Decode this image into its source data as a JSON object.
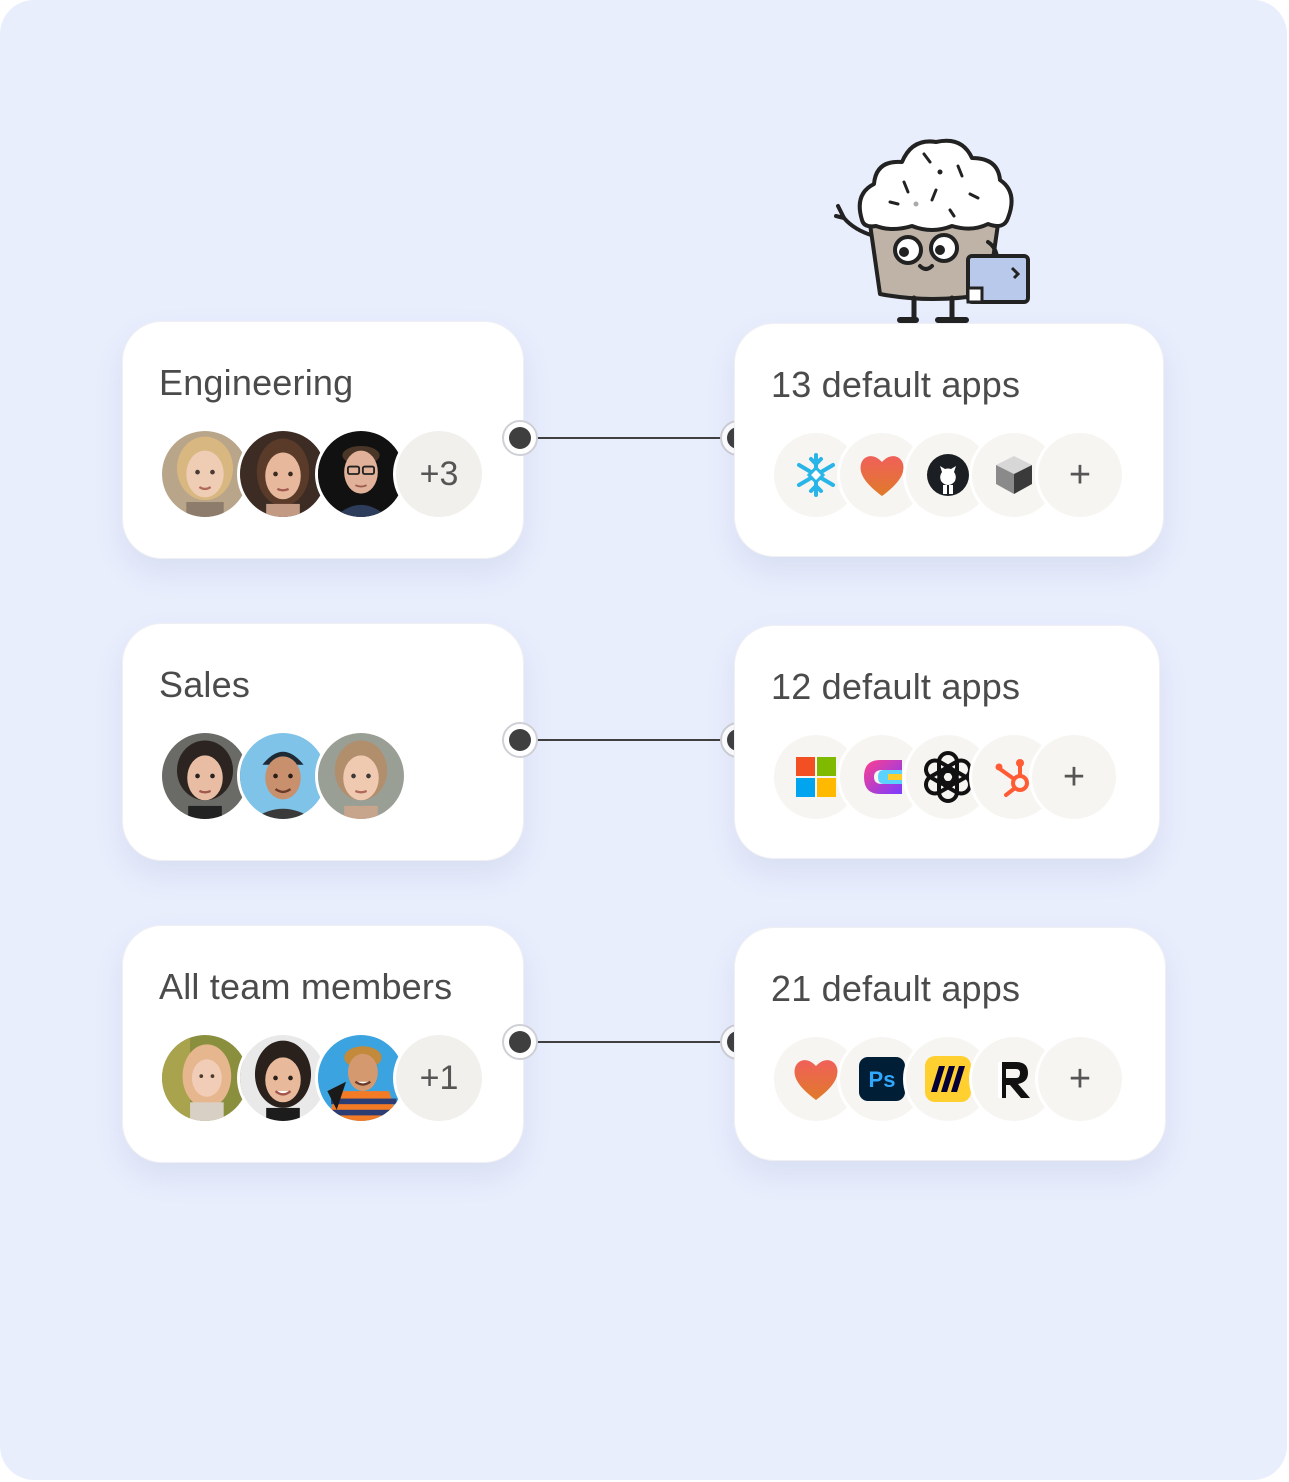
{
  "groups": [
    {
      "name": "Engineering",
      "members": [
        "blonde-woman-avatar",
        "brunette-woman-avatar",
        "man-with-glasses-avatar"
      ],
      "overflow": "+3",
      "apps_label": "13 default apps",
      "apps": [
        "snowflake-icon",
        "heart-app-icon",
        "github-icon",
        "3d-cube-icon"
      ],
      "add_label": "+"
    },
    {
      "name": "Sales",
      "members": [
        "dark-haired-woman-avatar",
        "man-in-beanie-avatar",
        "light-haired-woman-avatar"
      ],
      "overflow": "",
      "apps_label": "12 default apps",
      "apps": [
        "microsoft-icon",
        "c-logo-icon",
        "openai-icon",
        "hubspot-icon"
      ],
      "add_label": "+"
    },
    {
      "name": "All team members",
      "members": [
        "woman-outdoors-avatar",
        "smiling-woman-avatar",
        "man-striped-shirt-avatar"
      ],
      "overflow": "+1",
      "apps_label": "21 default apps",
      "apps": [
        "heart-app-icon",
        "photoshop-icon",
        "miro-icon",
        "r-logo-icon"
      ],
      "add_label": "+"
    }
  ],
  "app_icons": {
    "photoshop_text": "Ps"
  },
  "colors": {
    "background": "#e9eefd",
    "card": "#ffffff",
    "connector": "#3f3f3f",
    "snowflake": "#29b5e8",
    "hubspot": "#ff5c35",
    "miro": "#ffd02f",
    "photoshop_bg": "#001e36",
    "photoshop_fg": "#31a8ff"
  }
}
